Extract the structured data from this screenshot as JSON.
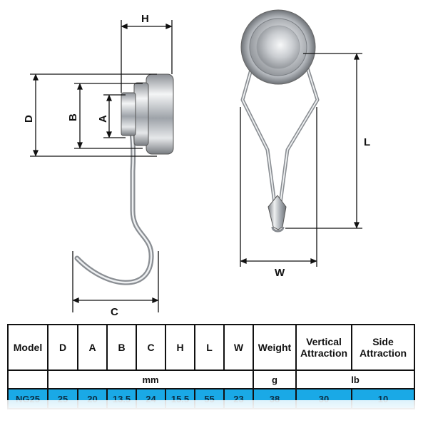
{
  "dimensions": {
    "H": "H",
    "D": "D",
    "B": "B",
    "A": "A",
    "C": "C",
    "L": "L",
    "W": "W"
  },
  "table": {
    "headers": [
      "Model",
      "D",
      "A",
      "B",
      "C",
      "H",
      "L",
      "W",
      "Weight",
      "Vertical Attraction",
      "Side Attraction"
    ],
    "units": {
      "mm": "mm",
      "g": "g",
      "lb": "lb"
    },
    "rows": [
      [
        "NG25",
        "25",
        "20",
        "13.5",
        "24",
        "15.5",
        "55",
        "23",
        "38",
        "30",
        "10"
      ]
    ]
  },
  "colors": {
    "row_highlight": "#1aa9e6",
    "steel": "#b8bcc2",
    "outline": "#111111"
  }
}
